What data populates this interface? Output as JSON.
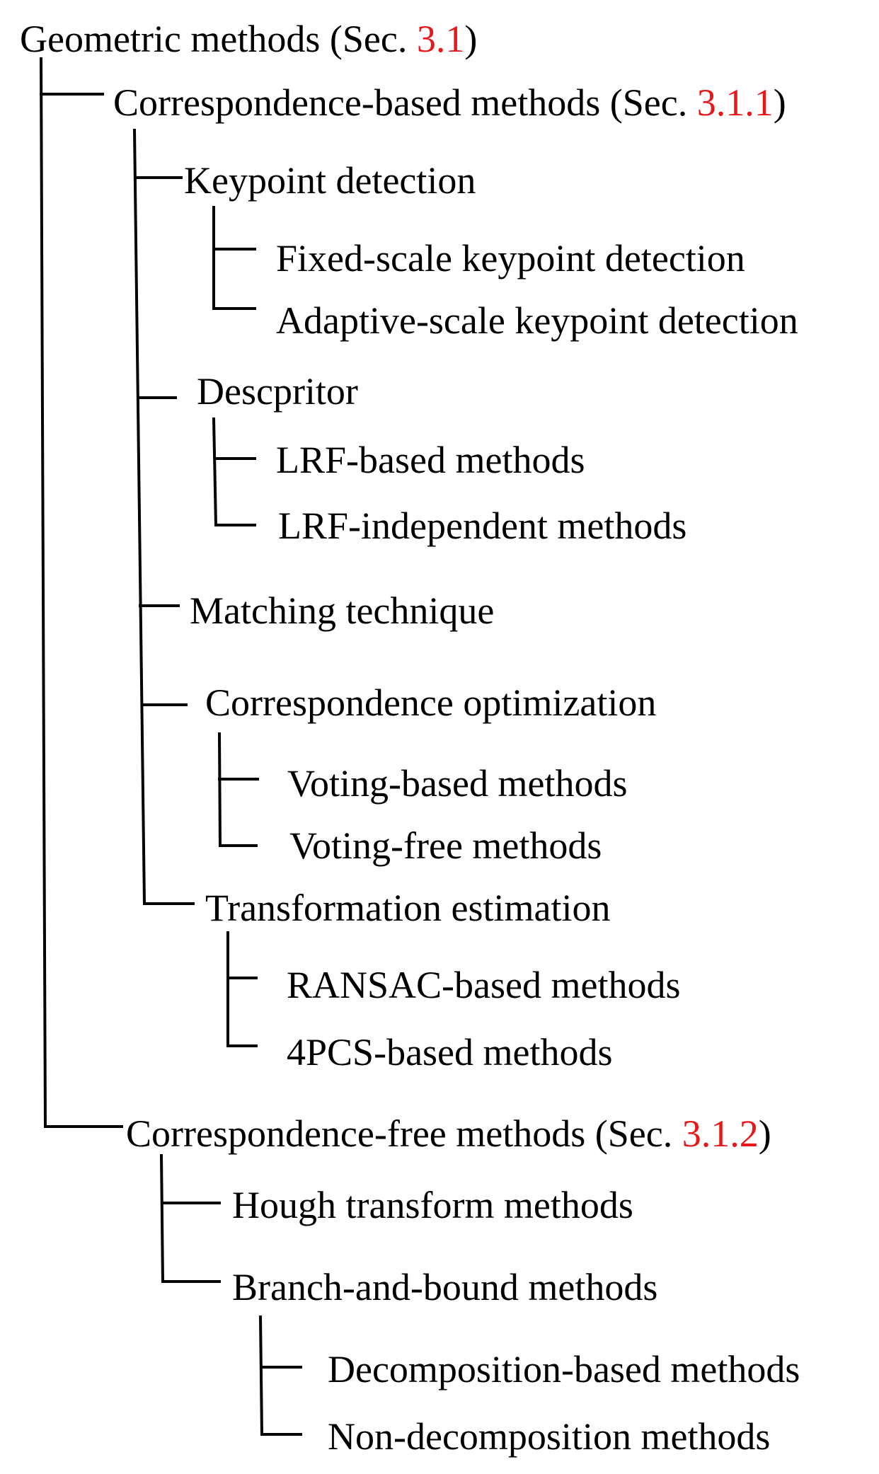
{
  "colors": {
    "text": "#000000",
    "reference": "#e8181a",
    "line": "#000000"
  },
  "tree": {
    "root": {
      "label": "Geometric methods (Sec. ",
      "ref": "3.1",
      "suffix": ")"
    },
    "correspondence_based": {
      "label": "Correspondence-based methods (Sec. ",
      "ref": "3.1.1",
      "suffix": ")",
      "keypoint_detection": {
        "label": "Keypoint detection",
        "fixed_scale": "Fixed-scale keypoint detection",
        "adaptive_scale": "Adaptive-scale keypoint detection"
      },
      "descriptor": {
        "label": "Descpritor",
        "lrf_based": "LRF-based methods",
        "lrf_independent": "LRF-independent methods"
      },
      "matching_technique": {
        "label": "Matching technique"
      },
      "correspondence_optimization": {
        "label": "Correspondence optimization",
        "voting_based": "Voting-based methods",
        "voting_free": "Voting-free methods"
      },
      "transformation_estimation": {
        "label": "Transformation estimation",
        "ransac_based": "RANSAC-based methods",
        "fourpcs_based": "4PCS-based methods"
      }
    },
    "correspondence_free": {
      "label": "Correspondence-free methods (Sec. ",
      "ref": "3.1.2",
      "suffix": ")",
      "hough_transform": {
        "label": "Hough transform methods"
      },
      "branch_and_bound": {
        "label": "Branch-and-bound methods",
        "decomposition_based": "Decomposition-based methods",
        "non_decomposition": "Non-decomposition methods"
      }
    }
  }
}
